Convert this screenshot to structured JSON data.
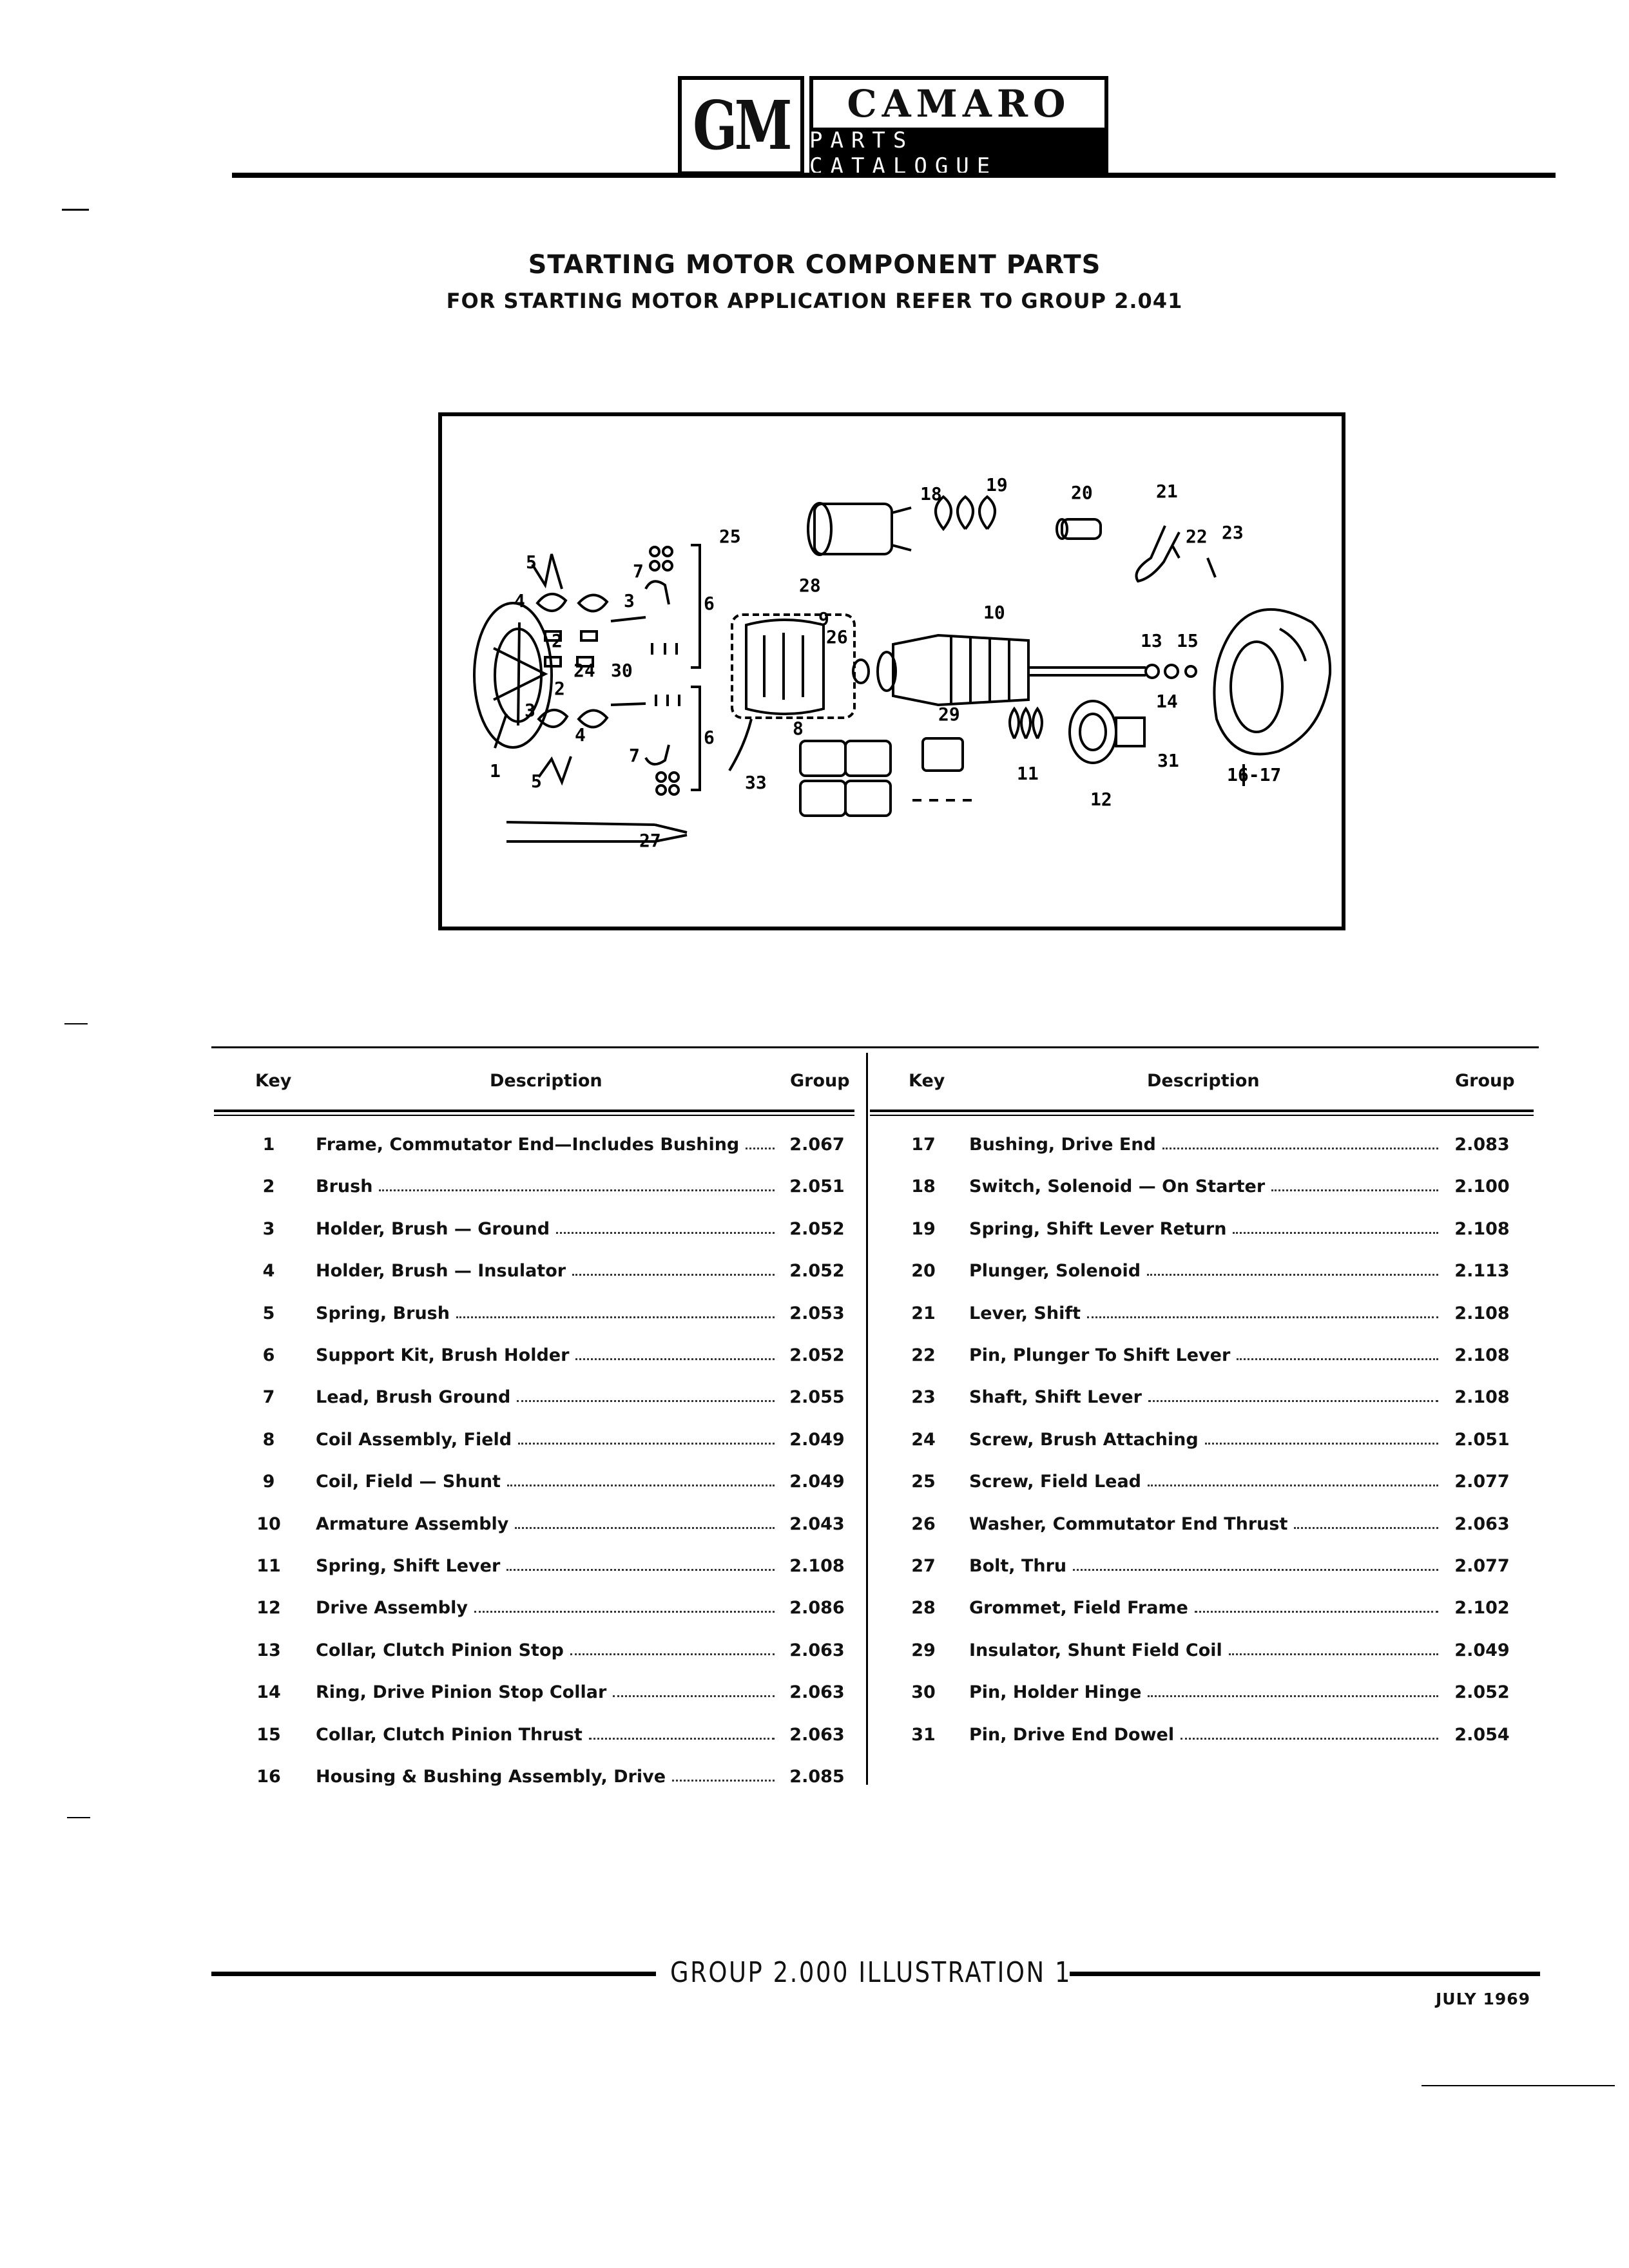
{
  "header": {
    "logo": "GM",
    "brand": "CAMARO",
    "sub": "PARTS CATALOGUE"
  },
  "title": "STARTING MOTOR COMPONENT PARTS",
  "subtitle": "FOR STARTING MOTOR APPLICATION REFER TO GROUP 2.041",
  "figure": {
    "callouts": [
      "1",
      "2",
      "2",
      "3",
      "3",
      "4",
      "4",
      "5",
      "5",
      "6",
      "6",
      "7",
      "7",
      "8",
      "9",
      "10",
      "11",
      "12",
      "13",
      "14",
      "15",
      "16-17",
      "18",
      "19",
      "20",
      "21",
      "22",
      "23",
      "24",
      "25",
      "26",
      "27",
      "28",
      "29",
      "30",
      "31",
      "33"
    ]
  },
  "table": {
    "headers": {
      "key": "Key",
      "description": "Description",
      "group": "Group"
    },
    "left": [
      {
        "key": "1",
        "desc": "Frame, Commutator End—Includes Bushing",
        "group": "2.067"
      },
      {
        "key": "2",
        "desc": "Brush",
        "group": "2.051"
      },
      {
        "key": "3",
        "desc": "Holder, Brush — Ground",
        "group": "2.052"
      },
      {
        "key": "4",
        "desc": "Holder, Brush — Insulator",
        "group": "2.052"
      },
      {
        "key": "5",
        "desc": "Spring, Brush",
        "group": "2.053"
      },
      {
        "key": "6",
        "desc": "Support Kit, Brush Holder",
        "group": "2.052"
      },
      {
        "key": "7",
        "desc": "Lead, Brush Ground",
        "group": "2.055"
      },
      {
        "key": "8",
        "desc": "Coil Assembly, Field",
        "group": "2.049"
      },
      {
        "key": "9",
        "desc": "Coil, Field — Shunt",
        "group": "2.049"
      },
      {
        "key": "10",
        "desc": "Armature Assembly",
        "group": "2.043"
      },
      {
        "key": "11",
        "desc": "Spring, Shift Lever",
        "group": "2.108"
      },
      {
        "key": "12",
        "desc": "Drive Assembly",
        "group": "2.086"
      },
      {
        "key": "13",
        "desc": "Collar, Clutch Pinion Stop",
        "group": "2.063"
      },
      {
        "key": "14",
        "desc": "Ring, Drive Pinion Stop Collar",
        "group": "2.063"
      },
      {
        "key": "15",
        "desc": "Collar, Clutch Pinion Thrust",
        "group": "2.063"
      },
      {
        "key": "16",
        "desc": "Housing & Bushing Assembly, Drive",
        "group": "2.085"
      }
    ],
    "right": [
      {
        "key": "17",
        "desc": "Bushing, Drive End",
        "group": "2.083"
      },
      {
        "key": "18",
        "desc": "Switch, Solenoid — On Starter",
        "group": "2.100"
      },
      {
        "key": "19",
        "desc": "Spring, Shift Lever Return",
        "group": "2.108"
      },
      {
        "key": "20",
        "desc": "Plunger, Solenoid",
        "group": "2.113"
      },
      {
        "key": "21",
        "desc": "Lever, Shift",
        "group": "2.108"
      },
      {
        "key": "22",
        "desc": "Pin, Plunger To Shift Lever",
        "group": "2.108"
      },
      {
        "key": "23",
        "desc": "Shaft, Shift Lever",
        "group": "2.108"
      },
      {
        "key": "24",
        "desc": "Screw, Brush Attaching",
        "group": "2.051"
      },
      {
        "key": "25",
        "desc": "Screw, Field Lead",
        "group": "2.077"
      },
      {
        "key": "26",
        "desc": "Washer, Commutator End Thrust",
        "group": "2.063"
      },
      {
        "key": "27",
        "desc": "Bolt, Thru",
        "group": "2.077"
      },
      {
        "key": "28",
        "desc": "Grommet, Field Frame",
        "group": "2.102"
      },
      {
        "key": "29",
        "desc": "Insulator, Shunt Field Coil",
        "group": "2.049"
      },
      {
        "key": "30",
        "desc": "Pin, Holder Hinge",
        "group": "2.052"
      },
      {
        "key": "31",
        "desc": "Pin, Drive End Dowel",
        "group": "2.054"
      }
    ]
  },
  "footer": {
    "caption": "GROUP 2.000 ILLUSTRATION 1",
    "date": "JULY 1969"
  }
}
